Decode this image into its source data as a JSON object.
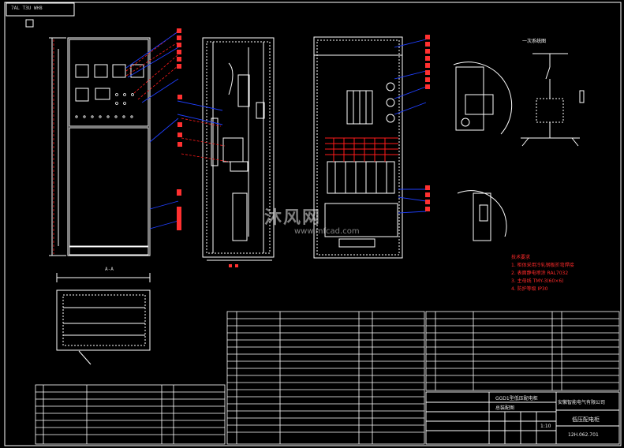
{
  "drawing": {
    "code_top_left": "7AL T3U WH8",
    "sheet_code": "12H.062.701",
    "title_block_name": "低压配电柜",
    "title_block_product": "GGD1型低压配电柜",
    "title_block_sub": "总装配图",
    "title_block_company": "安徽智能电气有限公司",
    "scale": "1:10",
    "section_aa": "A-A"
  },
  "watermark": {
    "brand": "沐风网",
    "url": "www.mfcad.com"
  },
  "notes": {
    "title": "技术要求",
    "lines": [
      "1. 柜体采用冷轧钢板折弯焊接",
      "2. 表面静电喷涂 RAL7032",
      "3. 主母线 TMY-3(60×6)",
      "4. 防护等级 IP30"
    ]
  },
  "schematic_title": "一次系统图",
  "colors": {
    "line": "#ffffff",
    "accent": "#ff1a1a",
    "blue": "#1f3fff",
    "tag": "#ff3030"
  }
}
